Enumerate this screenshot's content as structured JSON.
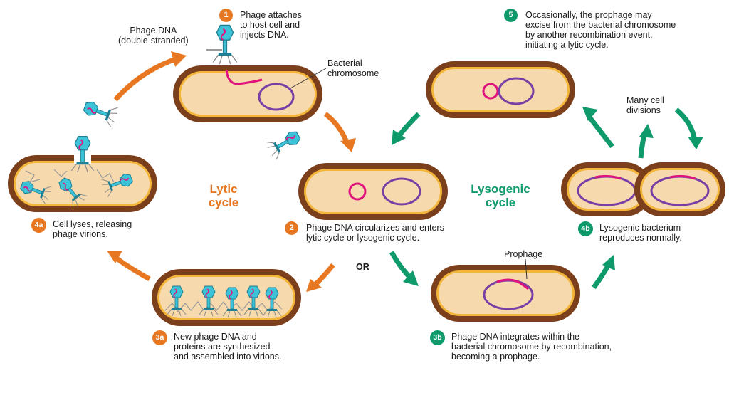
{
  "colors": {
    "lytic": "#e87722",
    "lysogenic": "#0f9a6b",
    "cell_wall": "#7b3f1c",
    "cytoplasm": "#f6d9ac",
    "membrane": "#f3b63a",
    "chromosome": "#7a3fa6",
    "phage_dna": "#e0127e",
    "phage_capsid": "#3cc3d8"
  },
  "cycles": {
    "lytic": "Lytic\ncycle",
    "lysogenic": "Lysogenic\ncycle"
  },
  "steps": {
    "s1": {
      "badge": "1",
      "text": "Phage attaches\nto host cell and\ninjects DNA."
    },
    "s2": {
      "badge": "2",
      "text": "Phage DNA circularizes and enters\nlytic cycle or lysogenic cycle."
    },
    "s3a": {
      "badge": "3a",
      "text": "New phage DNA and\nproteins are synthesized\nand assembled into virions."
    },
    "s4a": {
      "badge": "4a",
      "text": "Cell lyses, releasing\nphage virions."
    },
    "s3b": {
      "badge": "3b",
      "text": "Phage DNA integrates within the\nbacterial chromosome by recombination,\nbecoming a prophage."
    },
    "s4b": {
      "badge": "4b",
      "text": "Lysogenic bacterium\nreproduces normally."
    },
    "s5": {
      "badge": "5",
      "text": "Occasionally, the prophage may\nexcise from the bacterial chromosome\nby another recombination event,\ninitiating a lytic cycle."
    }
  },
  "labels": {
    "phage_dna": "Phage DNA\n(double-stranded)",
    "bacterial_chromosome": "Bacterial\nchromosome",
    "prophage": "Prophage",
    "or": "OR",
    "many_divisions": "Many cell\ndivisions"
  }
}
